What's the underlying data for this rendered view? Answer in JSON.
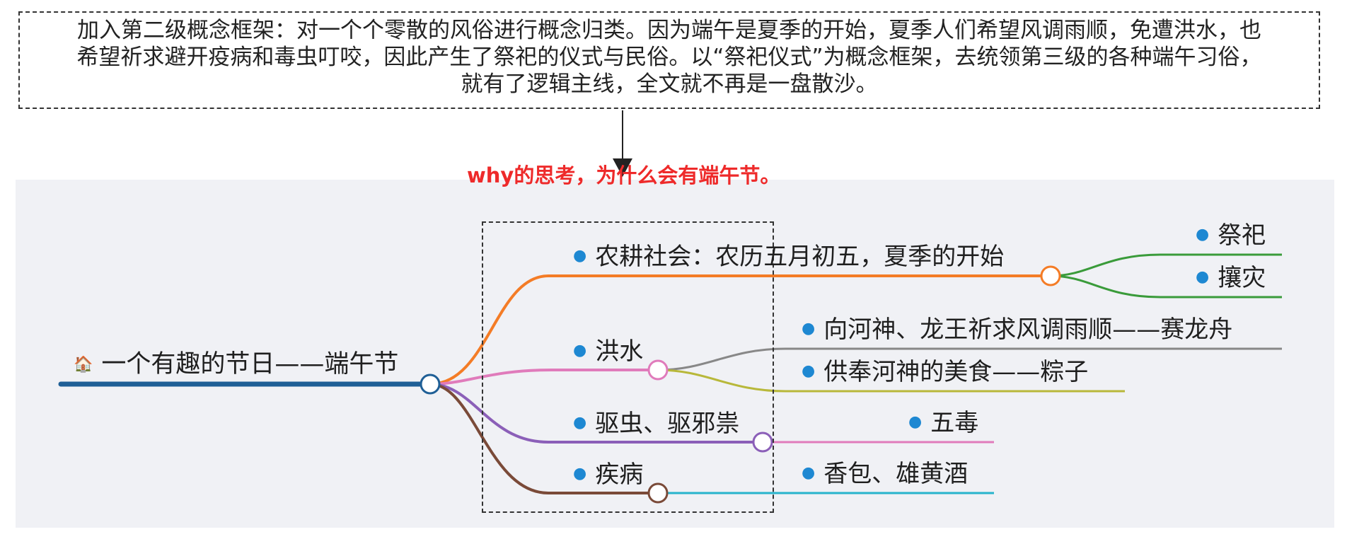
{
  "note": {
    "line1": "加入第二级概念框架：对一个个零散的风俗进行概念归类。因为端午是夏季的开始，夏季人们希望风调雨顺，免遭洪水，也",
    "line2": "希望祈求避开疫病和毒虫叮咬，因此产生了祭祀的仪式与民俗。以“祭祀仪式”为概念框架，去统领第三级的各种端午习俗，",
    "line3": "就有了逻辑主线，全文就不再是一盘散沙。"
  },
  "why_label": "why的思考，为什么会有端午节。",
  "root": {
    "label": "一个有趣的节日——端午节",
    "icon": "house-icon",
    "icon_glyph": "🏠"
  },
  "branches": [
    {
      "label": "农耕社会：农历五月初五，夏季的开始",
      "color": "#f47c26",
      "children": [
        {
          "label": "祭祀",
          "color": "#3a9b3a"
        },
        {
          "label": "攘灾",
          "color": "#3a9b3a"
        }
      ]
    },
    {
      "label": "洪水",
      "color": "#e07bbb",
      "children": [
        {
          "label": "向河神、龙王祈求风调雨顺——赛龙舟",
          "color": "#888888"
        },
        {
          "label": "供奉河神的美食——粽子",
          "color": "#b8b83a"
        }
      ]
    },
    {
      "label": "驱虫、驱邪祟",
      "color": "#8b5fb8",
      "children": [
        {
          "label": "五毒",
          "color": "#e07bbb"
        }
      ]
    },
    {
      "label": "疾病",
      "color": "#7a4a38",
      "children": [
        {
          "label": "香包、雄黄酒",
          "color": "#27b3cc"
        }
      ]
    }
  ],
  "colors": {
    "root_line": "#1f5f96",
    "bullet": "#1e88d2",
    "why": "#ee2a2a"
  }
}
